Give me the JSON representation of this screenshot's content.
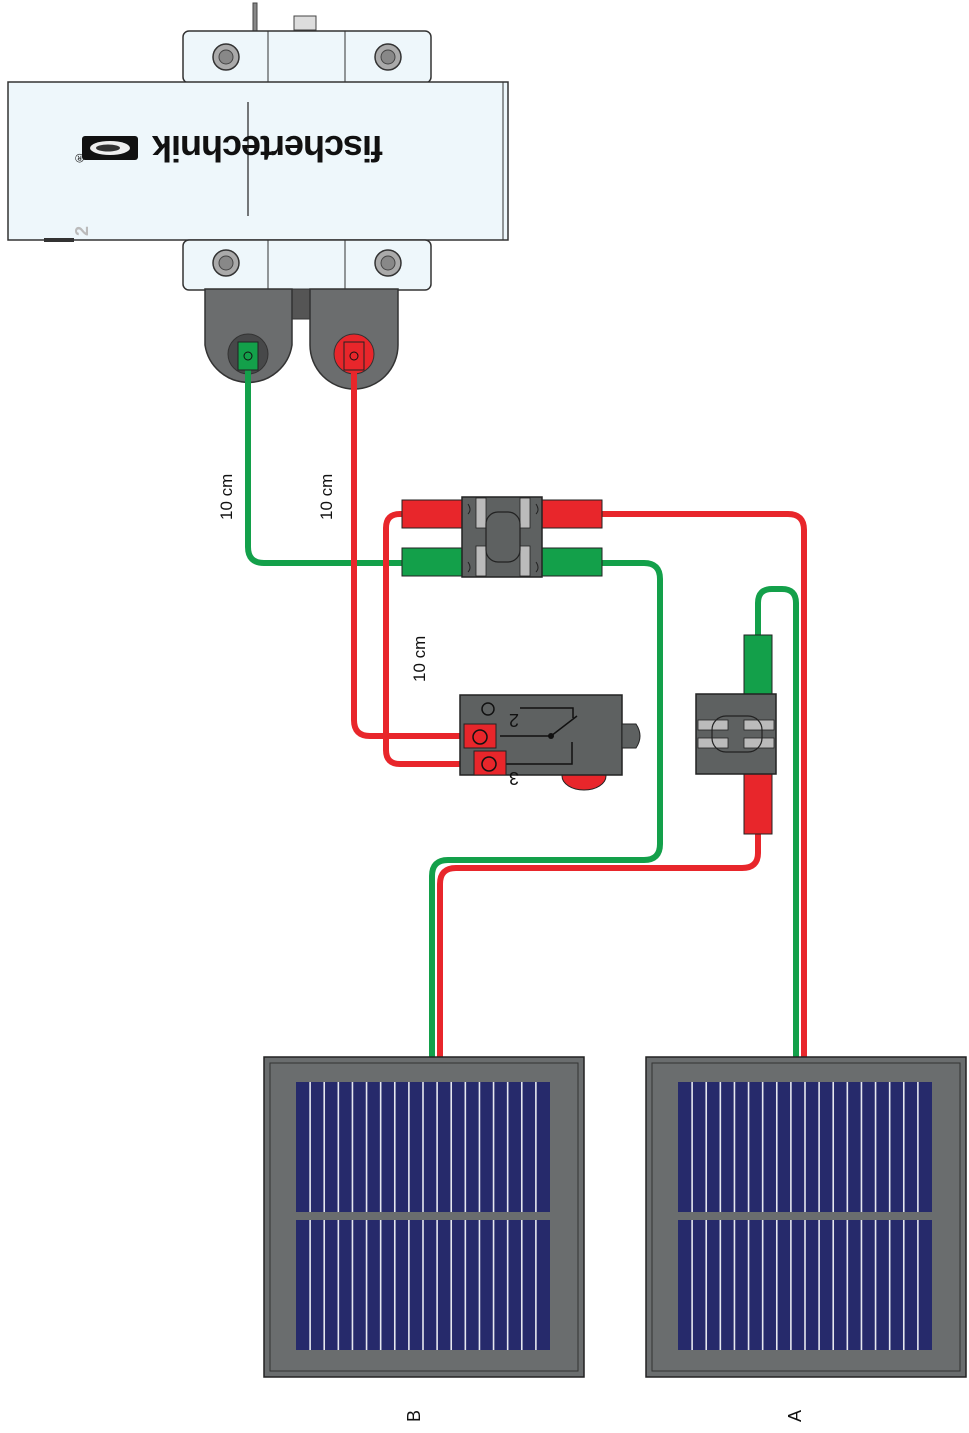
{
  "motor": {
    "brand_text": "fischertechnik",
    "registered_mark": "®",
    "side_number": "2"
  },
  "cable_labels": {
    "green_motor_cable": "10 cm",
    "red_motor_cable": "10 cm",
    "red_switch_cable": "10 cm"
  },
  "switch": {
    "terminal_upper": "2",
    "terminal_lower": "3"
  },
  "solar_panels": {
    "left_label": "B",
    "right_label": "A"
  },
  "colors": {
    "wire_red": "#e8262b",
    "wire_green": "#13a04a",
    "housing_gray": "#5e6161",
    "panel_frame": "#6a6d6e",
    "cell_blue": "#262a6b",
    "motor_body": "#eef7fb"
  }
}
